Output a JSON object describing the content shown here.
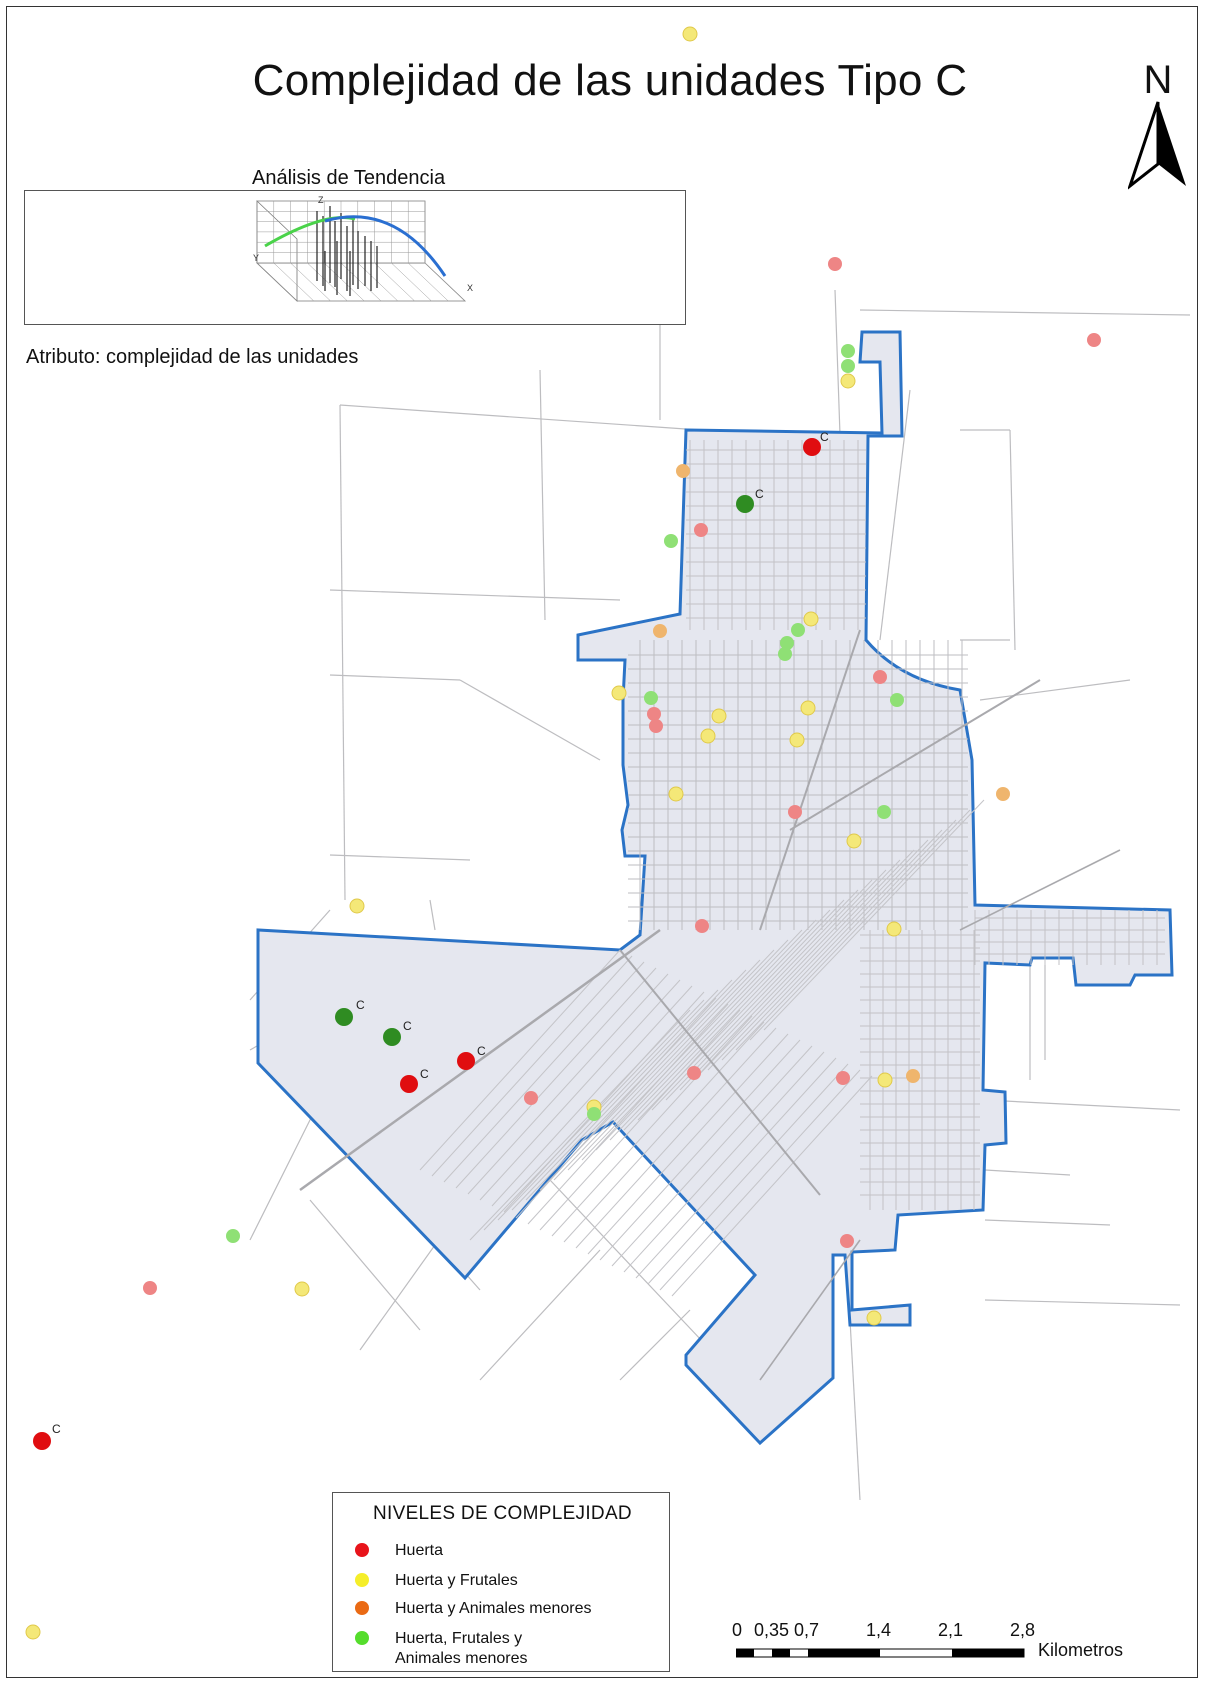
{
  "title": "Complejidad de las unidades Tipo C",
  "north_arrow": {
    "label": "N"
  },
  "trend_inset": {
    "heading": "Análisis de Tendencia",
    "axis_labels": {
      "z": "Z",
      "y": "Y",
      "x": "X"
    }
  },
  "attribute_note": "Atributo: complejidad de las unidades",
  "point_label": "C",
  "legend": {
    "title": "NIVELES DE COMPLEJIDAD",
    "items": [
      {
        "label": "Huerta",
        "color": "#e8141b"
      },
      {
        "label": "Huerta y Frutales",
        "color": "#f5ee2a"
      },
      {
        "label": "Huerta y Animales menores",
        "color": "#ea6a14"
      },
      {
        "label": "Huerta, Frutales y\nAnimales menores",
        "color": "#55dd2c"
      }
    ]
  },
  "scale_bar": {
    "ticks": [
      "0",
      "0,35",
      "0,7",
      "1,4",
      "2,1",
      "2,8"
    ],
    "unit": "Kilometros"
  },
  "colors": {
    "urban_fill": "#e5e7ef",
    "boundary": "#2b73c6",
    "street": "#b8b8bb",
    "point_red_light": "#ee8585",
    "point_yellow_light": "#f4e878",
    "point_orange_light": "#efb56d",
    "point_green_light": "#8fe075",
    "point_red_strong": "#e00d10",
    "point_green_strong": "#2f8c22"
  }
}
